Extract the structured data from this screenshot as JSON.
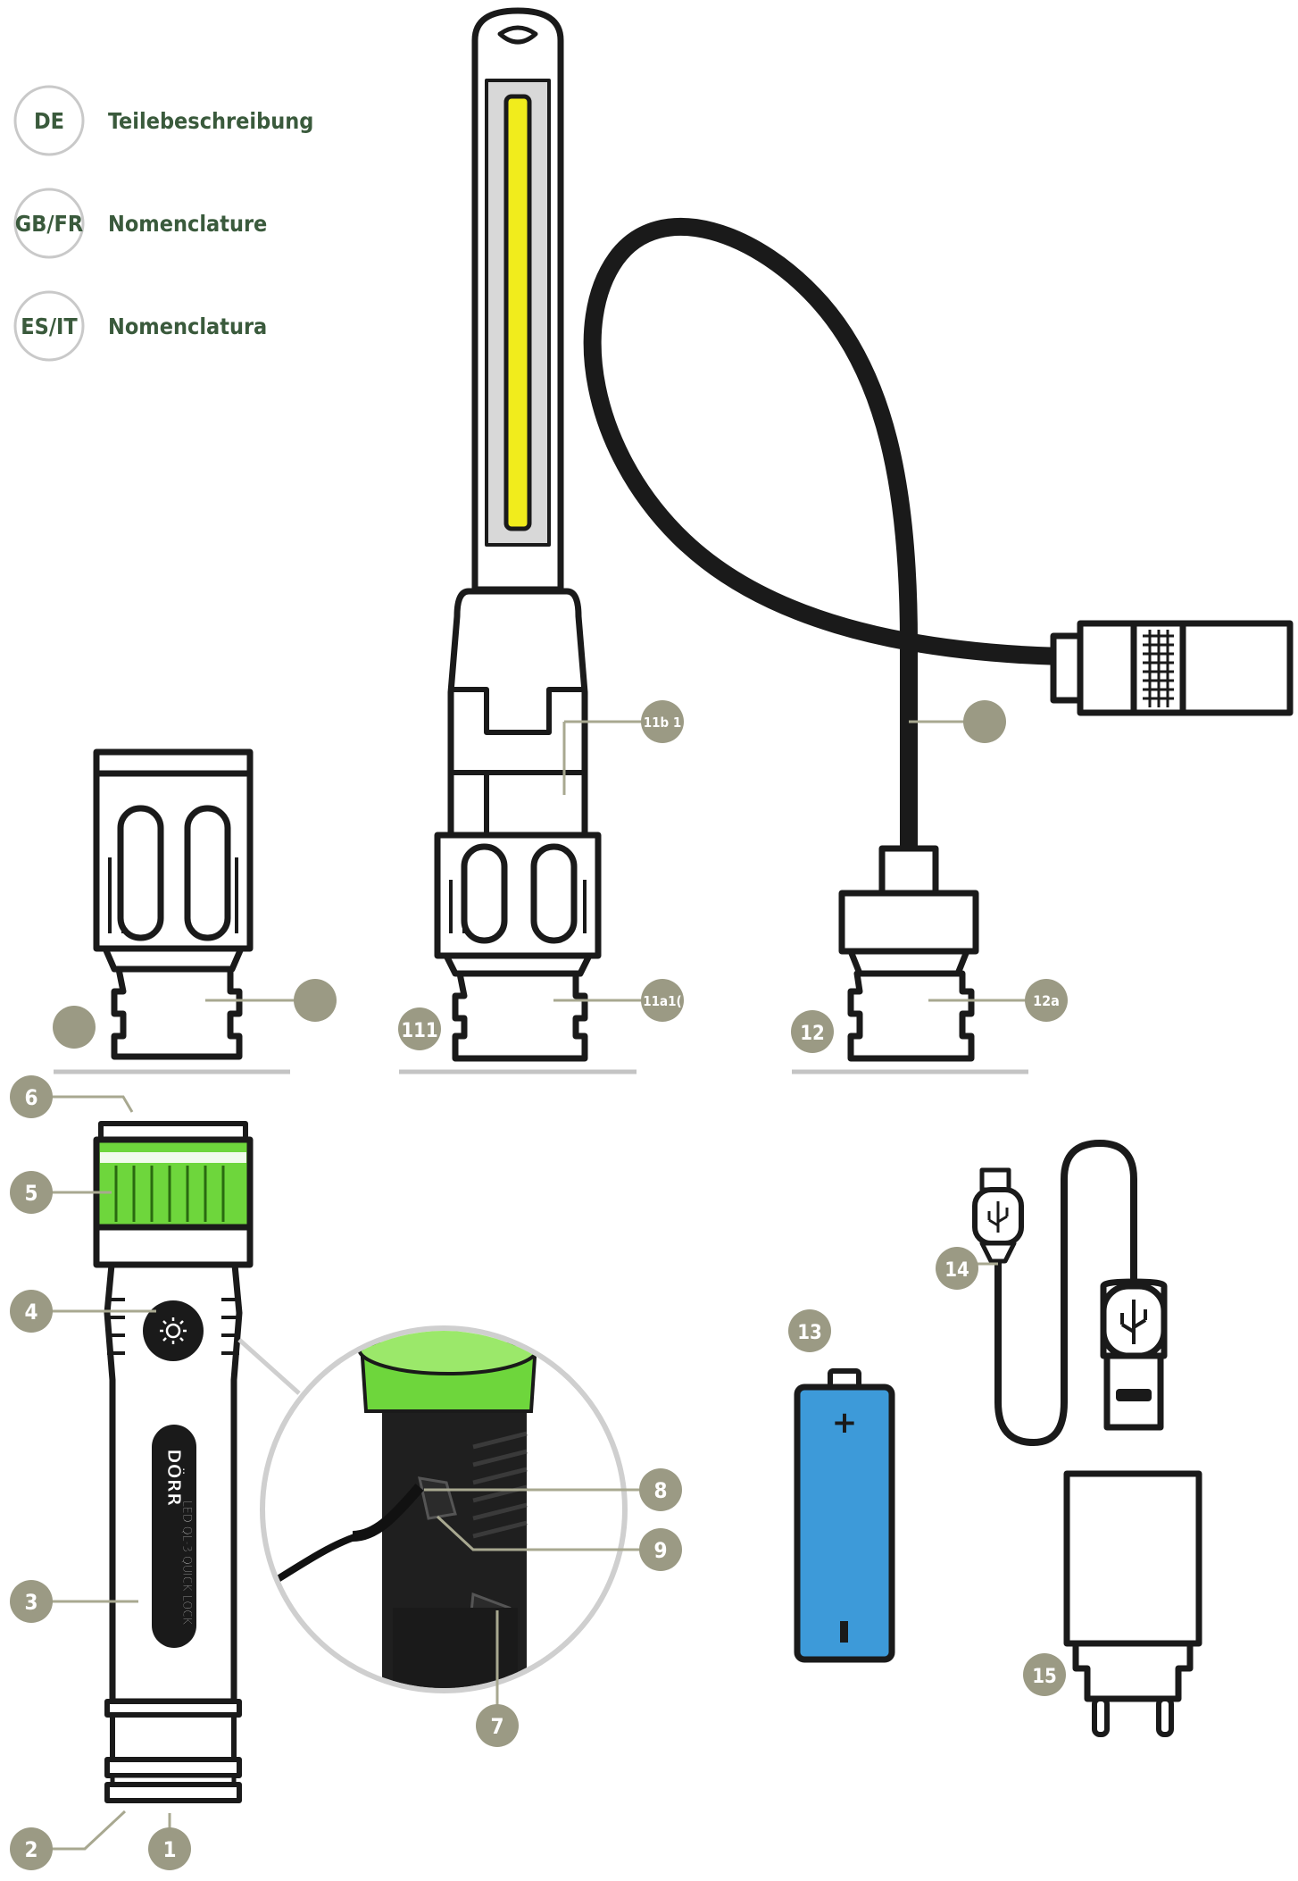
{
  "languages": [
    {
      "code": "DE",
      "label": "Teilebeschreibung"
    },
    {
      "code": "GB/FR",
      "label": "Nomenclature"
    },
    {
      "code": "ES/IT",
      "label": "Nomenclatura"
    }
  ],
  "callouts": {
    "c1": "1",
    "c2": "2",
    "c3": "3",
    "c4": "4",
    "c5": "5",
    "c6": "6",
    "c7": "7",
    "c8": "8",
    "c9": "9",
    "c11": "111",
    "c11a": "11a1(",
    "c11b": "11b 1",
    "c12": "12",
    "c12a": "12a",
    "c13": "13",
    "c14": "14",
    "c15": "15"
  },
  "flashlight": {
    "brand": "DÖRR",
    "model": "LED QL-3 QUICK LOCK"
  },
  "battery": {
    "plus": "+",
    "minus": "-"
  },
  "colors": {
    "accent_green": "#6ed63c",
    "label_green": "#3a5a3c",
    "callout_grey": "#9b9a84",
    "battery_blue": "#3d9ad9",
    "cob_yellow": "#f1ec1c",
    "outline": "#1a1a1a"
  }
}
